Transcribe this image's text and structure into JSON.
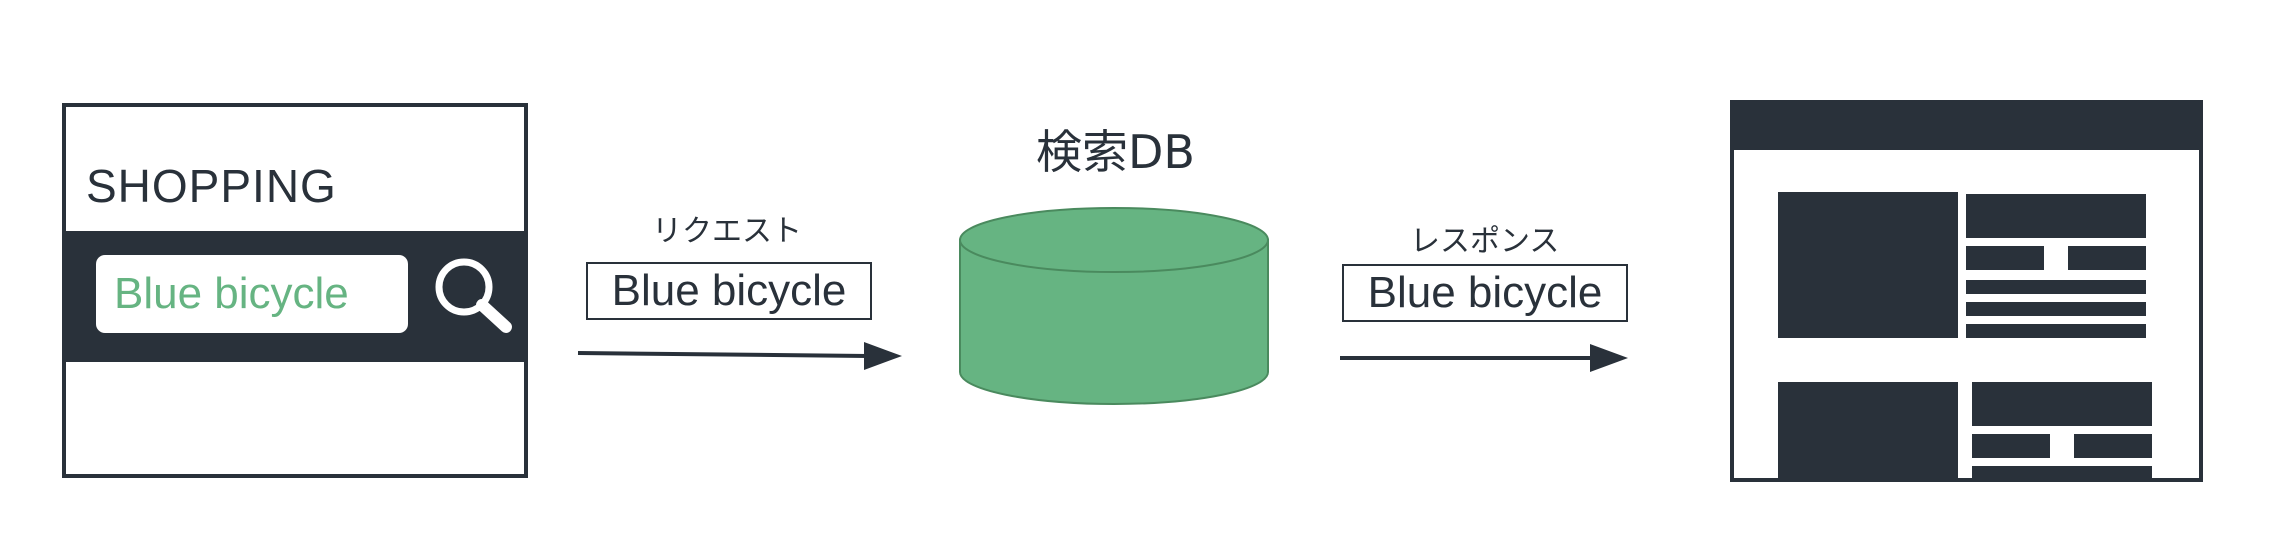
{
  "shopping": {
    "title": "SHOPPING",
    "search_value": "Blue bicycle"
  },
  "request": {
    "label": "リクエスト",
    "query": "Blue bicycle"
  },
  "database": {
    "label": "検索DB"
  },
  "response": {
    "label": "レスポンス",
    "query": "Blue bicycle"
  },
  "colors": {
    "dark": "#29313a",
    "accent_green": "#66b482",
    "db_fill": "#66b482",
    "db_stroke": "#4a8a5e"
  },
  "icons": {
    "search": "magnifier-icon",
    "request_arrow": "arrow-right-icon",
    "response_arrow": "arrow-right-icon",
    "database": "cylinder-database-icon"
  }
}
